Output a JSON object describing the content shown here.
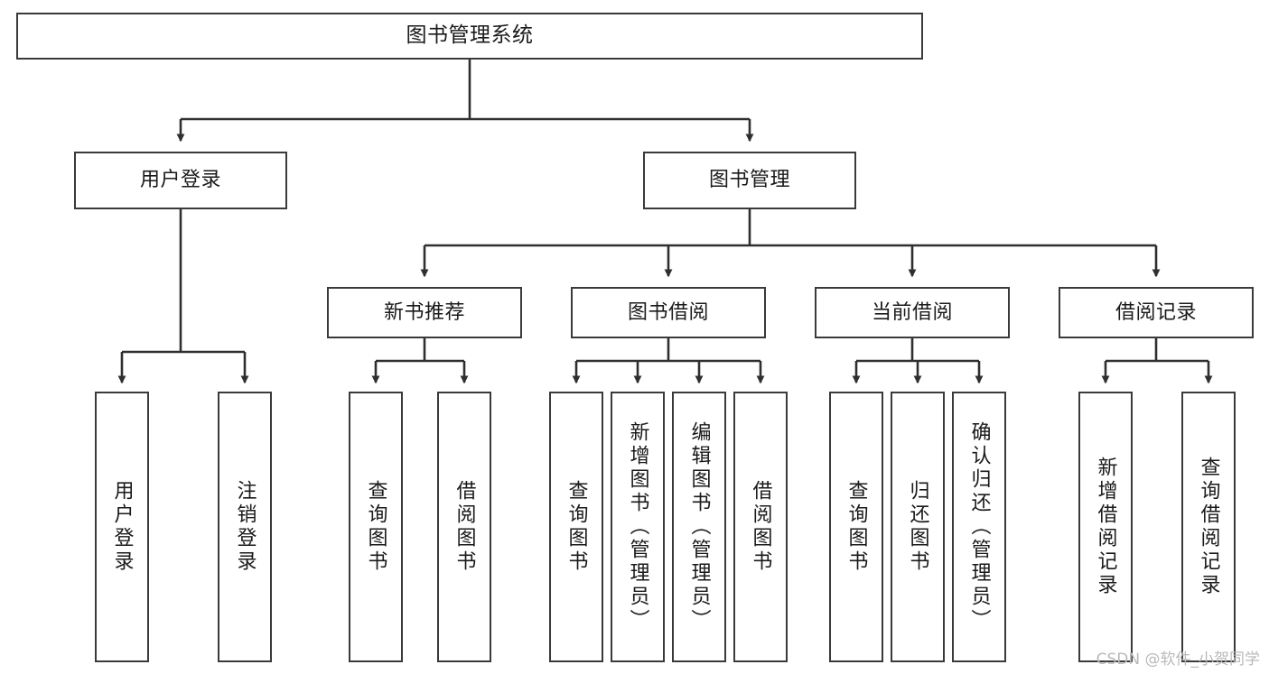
{
  "diagram": {
    "title": "图书管理系统",
    "type": "tree",
    "watermark": "CSDN @软件_小贺同学",
    "colors": {
      "box_border": "#3a3a3a",
      "box_fill": "#ffffff",
      "edge": "#2f2f2f",
      "text": "#1a1a1a",
      "watermark": "#b9b9b9"
    },
    "nodes": {
      "root": {
        "label": "图书管理系统",
        "orientation": "horizontal",
        "level": 1
      },
      "n_user_login": {
        "label": "用户登录",
        "orientation": "horizontal",
        "level": 2
      },
      "n_book_mgmt": {
        "label": "图书管理",
        "orientation": "horizontal",
        "level": 2
      },
      "n_new_book_rec": {
        "label": "新书推荐",
        "orientation": "horizontal",
        "level": 3
      },
      "n_book_borrow": {
        "label": "图书借阅",
        "orientation": "horizontal",
        "level": 3
      },
      "n_current_borrow": {
        "label": "当前借阅",
        "orientation": "horizontal",
        "level": 3
      },
      "n_borrow_record": {
        "label": "借阅记录",
        "orientation": "horizontal",
        "level": 3
      },
      "l_user_login": {
        "label": "用户登录",
        "orientation": "vertical",
        "level": 4
      },
      "l_logout": {
        "label": "注销登录",
        "orientation": "vertical",
        "level": 4
      },
      "l_query_book_1": {
        "label": "查询图书",
        "orientation": "vertical",
        "level": 4
      },
      "l_borrow_book_1": {
        "label": "借阅图书",
        "orientation": "vertical",
        "level": 4
      },
      "l_query_book_2": {
        "label": "查询图书",
        "orientation": "vertical",
        "level": 4
      },
      "l_add_book": {
        "label": "新增图书（管理员）",
        "orientation": "vertical",
        "level": 4
      },
      "l_edit_book": {
        "label": "编辑图书（管理员）",
        "orientation": "vertical",
        "level": 4
      },
      "l_borrow_book_2": {
        "label": "借阅图书",
        "orientation": "vertical",
        "level": 4
      },
      "l_query_book_3": {
        "label": "查询图书",
        "orientation": "vertical",
        "level": 4
      },
      "l_return_book": {
        "label": "归还图书",
        "orientation": "vertical",
        "level": 4
      },
      "l_confirm_return": {
        "label": "确认归还（管理员）",
        "orientation": "vertical",
        "level": 4
      },
      "l_add_record": {
        "label": "新增借阅记录",
        "orientation": "vertical",
        "level": 4
      },
      "l_query_record": {
        "label": "查询借阅记录",
        "orientation": "vertical",
        "level": 4
      }
    },
    "edges": [
      {
        "from": "root",
        "to": "n_user_login"
      },
      {
        "from": "root",
        "to": "n_book_mgmt"
      },
      {
        "from": "n_user_login",
        "to": "l_user_login"
      },
      {
        "from": "n_user_login",
        "to": "l_logout"
      },
      {
        "from": "n_book_mgmt",
        "to": "n_new_book_rec"
      },
      {
        "from": "n_book_mgmt",
        "to": "n_book_borrow"
      },
      {
        "from": "n_book_mgmt",
        "to": "n_current_borrow"
      },
      {
        "from": "n_book_mgmt",
        "to": "n_borrow_record"
      },
      {
        "from": "n_new_book_rec",
        "to": "l_query_book_1"
      },
      {
        "from": "n_new_book_rec",
        "to": "l_borrow_book_1"
      },
      {
        "from": "n_book_borrow",
        "to": "l_query_book_2"
      },
      {
        "from": "n_book_borrow",
        "to": "l_add_book"
      },
      {
        "from": "n_book_borrow",
        "to": "l_edit_book"
      },
      {
        "from": "n_book_borrow",
        "to": "l_borrow_book_2"
      },
      {
        "from": "n_current_borrow",
        "to": "l_query_book_3"
      },
      {
        "from": "n_current_borrow",
        "to": "l_return_book"
      },
      {
        "from": "n_current_borrow",
        "to": "l_confirm_return"
      },
      {
        "from": "n_borrow_record",
        "to": "l_add_record"
      },
      {
        "from": "n_borrow_record",
        "to": "l_query_record"
      }
    ]
  }
}
